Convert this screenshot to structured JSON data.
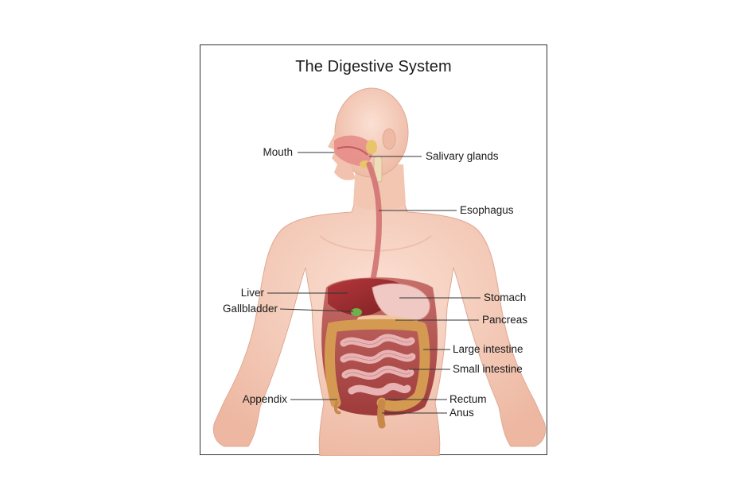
{
  "diagram": {
    "title": "The Digestive System",
    "labels": {
      "mouth": "Mouth",
      "salivary_glands": "Salivary glands",
      "esophagus": "Esophagus",
      "liver": "Liver",
      "gallbladder": "Gallbladder",
      "stomach": "Stomach",
      "pancreas": "Pancreas",
      "large_intestine": "Large intestine",
      "small_intestine": "Small intestine",
      "appendix": "Appendix",
      "rectum": "Rectum",
      "anus": "Anus"
    }
  },
  "colors": {
    "skin": "#f5cdbb",
    "skin_shade": "#e8b29c",
    "liver": "#9a2b2e",
    "stomach": "#f1c9c4",
    "large_intestine": "#d59a52",
    "small_intestine": "#e9b3b3",
    "gallbladder": "#6fb04a",
    "leader_line": "#333333"
  }
}
